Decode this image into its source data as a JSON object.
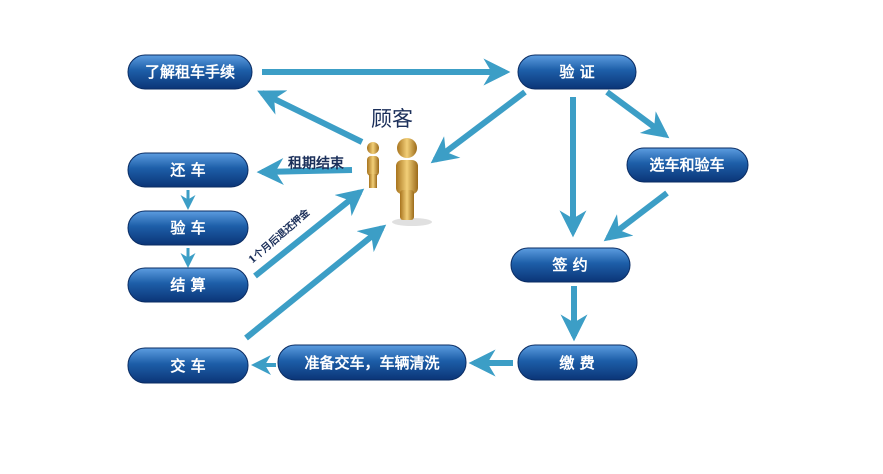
{
  "diagram": {
    "center_label": "顾客",
    "nodes": {
      "understand": "了解租车手续",
      "verify": "验 证",
      "select": "选车和验车",
      "sign": "签 约",
      "pay": "缴 费",
      "prepare": "准备交车，车辆清洗",
      "deliver": "交 车",
      "return": "还 车",
      "inspect": "验 车",
      "settle": "结 算"
    },
    "edge_labels": {
      "lease_end": "租期结束",
      "deposit_refund": "1个月后退还押金"
    },
    "colors": {
      "arrow": "#3c9ec6",
      "node": "#1d5ea8",
      "node_dark": "#0d3a7a"
    }
  }
}
